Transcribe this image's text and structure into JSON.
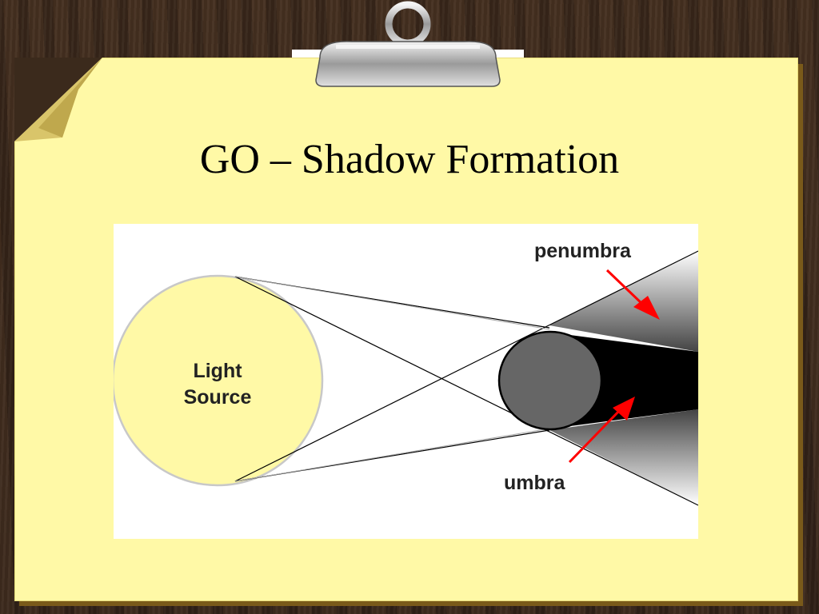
{
  "slide": {
    "title": "GO – Shadow Formation"
  },
  "diagram": {
    "light_source_line1": "Light",
    "light_source_line2": "Source",
    "penumbra_label": "penumbra",
    "umbra_label": "umbra"
  },
  "colors": {
    "paper": "#fff9a6",
    "light_source": "#fff9a6",
    "object": "#666666",
    "umbra": "#000000",
    "arrow": "#ff0000"
  }
}
